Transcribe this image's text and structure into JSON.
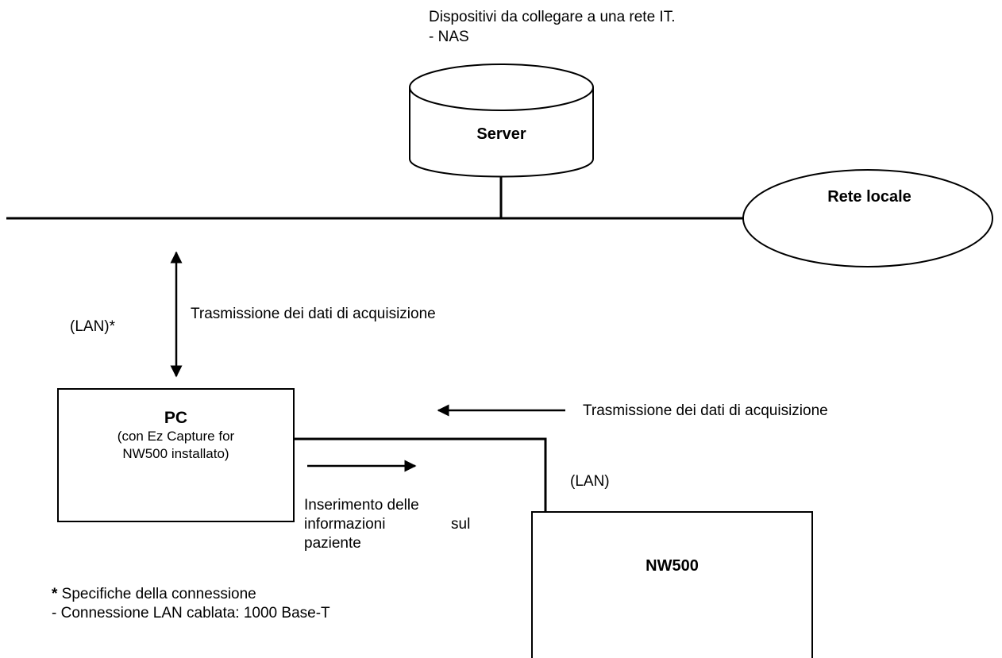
{
  "devices_note": {
    "line1": "Dispositivi da collegare a una rete IT.",
    "line2": "- NAS"
  },
  "server": {
    "label": "Server"
  },
  "network": {
    "label": "Rete locale"
  },
  "pc_link": {
    "lan_label": "(LAN)*",
    "transmission_label": "Trasmissione dei dati di acquisizione"
  },
  "pc": {
    "title": "PC",
    "sub1": "(con Ez Capture for",
    "sub2": "NW500 installato)"
  },
  "nw500_link": {
    "transmission_label": "Trasmissione dei dati di acquisizione",
    "lan_label": "(LAN)",
    "input_line1": "Inserimento delle",
    "input_line2a": "informazioni",
    "input_line2b": "sul",
    "input_line3": "paziente"
  },
  "nw500": {
    "label": "NW500"
  },
  "spec_note": {
    "star": "*",
    "title": " Specifiche della connessione",
    "line2": "- Connessione LAN cablata: 1000 Base-T"
  }
}
